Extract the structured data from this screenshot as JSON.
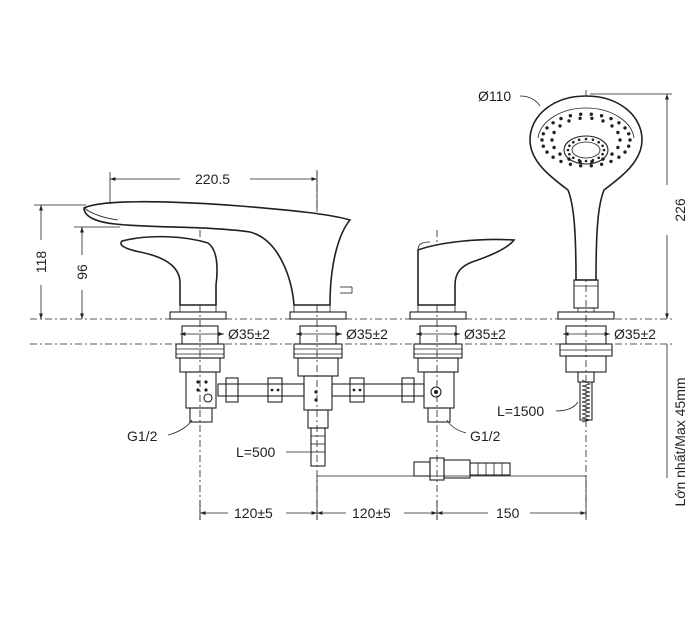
{
  "labels": {
    "spout_length": "220.5",
    "height_total": "118",
    "height_handle": "96",
    "dia_1": "Ø35±2",
    "dia_2": "Ø35±2",
    "dia_3": "Ø35±2",
    "dia_4": "Ø35±2",
    "head_dia": "Ø110",
    "shower_height": "226",
    "max_thickness": "Lớn nhất/Max 45mm",
    "thread_left": "G1/2",
    "thread_right": "G1/2",
    "hose_short": "L=500",
    "hose_long": "L=1500",
    "spacing_1": "120±5",
    "spacing_2": "120±5",
    "spacing_3": "150"
  }
}
